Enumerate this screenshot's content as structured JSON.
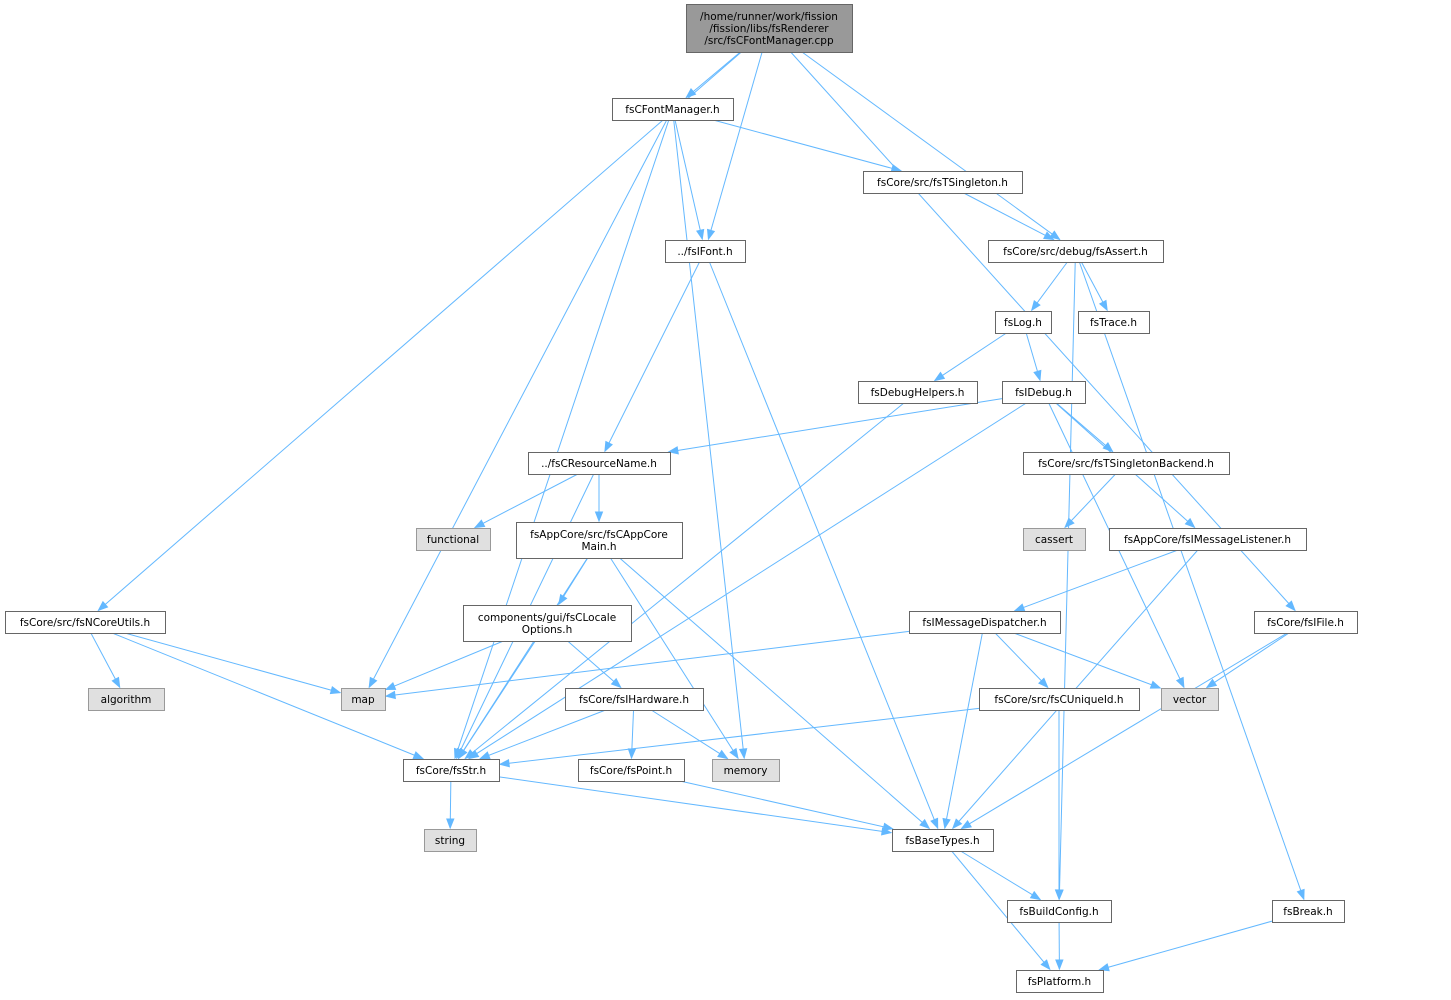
{
  "diagram": {
    "nodes": [
      {
        "id": "root",
        "kind": "root",
        "lines": [
          "/home/runner/work/fission",
          "/fission/libs/fsRenderer",
          "/src/fsCFontManager.cpp"
        ]
      },
      {
        "id": "fsCFontManager_h",
        "kind": "normal",
        "lines": [
          "fsCFontManager.h"
        ]
      },
      {
        "id": "fsTSingleton_h",
        "kind": "normal",
        "lines": [
          "fsCore/src/fsTSingleton.h"
        ]
      },
      {
        "id": "fsIFont_h",
        "kind": "normal",
        "lines": [
          "../fsIFont.h"
        ]
      },
      {
        "id": "fsAssert_h",
        "kind": "normal",
        "lines": [
          "fsCore/src/debug/fsAssert.h"
        ]
      },
      {
        "id": "fsLog_h",
        "kind": "normal",
        "lines": [
          "fsLog.h"
        ]
      },
      {
        "id": "fsTrace_h",
        "kind": "normal",
        "lines": [
          "fsTrace.h"
        ]
      },
      {
        "id": "fsDebugHelpers_h",
        "kind": "normal",
        "lines": [
          "fsDebugHelpers.h"
        ]
      },
      {
        "id": "fsIDebug_h",
        "kind": "normal",
        "lines": [
          "fsIDebug.h"
        ]
      },
      {
        "id": "fsCResourceName_h",
        "kind": "normal",
        "lines": [
          "../fsCResourceName.h"
        ]
      },
      {
        "id": "fsTSingletonBackend_h",
        "kind": "normal",
        "lines": [
          "fsCore/src/fsTSingletonBackend.h"
        ]
      },
      {
        "id": "functional",
        "kind": "external",
        "lines": [
          "functional"
        ]
      },
      {
        "id": "fsCAppCoreMain_h",
        "kind": "normal",
        "lines": [
          "fsAppCore/src/fsCAppCore",
          "Main.h"
        ]
      },
      {
        "id": "cassert",
        "kind": "external",
        "lines": [
          "cassert"
        ]
      },
      {
        "id": "fsIMessageListener_h",
        "kind": "normal",
        "lines": [
          "fsAppCore/fsIMessageListener.h"
        ]
      },
      {
        "id": "fsNCoreUtils_h",
        "kind": "normal",
        "lines": [
          "fsCore/src/fsNCoreUtils.h"
        ]
      },
      {
        "id": "fsCLocaleOptions_h",
        "kind": "normal",
        "lines": [
          "components/gui/fsCLocale",
          "Options.h"
        ]
      },
      {
        "id": "fsIMessageDispatcher_h",
        "kind": "normal",
        "lines": [
          "fsIMessageDispatcher.h"
        ]
      },
      {
        "id": "fsIFile_h",
        "kind": "normal",
        "lines": [
          "fsCore/fsIFile.h"
        ]
      },
      {
        "id": "algorithm",
        "kind": "external",
        "lines": [
          "algorithm"
        ]
      },
      {
        "id": "map",
        "kind": "external",
        "lines": [
          "map"
        ]
      },
      {
        "id": "fsIHardware_h",
        "kind": "normal",
        "lines": [
          "fsCore/fsIHardware.h"
        ]
      },
      {
        "id": "fsCUniqueId_h",
        "kind": "normal",
        "lines": [
          "fsCore/src/fsCUniqueId.h"
        ]
      },
      {
        "id": "vector",
        "kind": "external",
        "lines": [
          "vector"
        ]
      },
      {
        "id": "fsStr_h",
        "kind": "normal",
        "lines": [
          "fsCore/fsStr.h"
        ]
      },
      {
        "id": "fsPoint_h",
        "kind": "normal",
        "lines": [
          "fsCore/fsPoint.h"
        ]
      },
      {
        "id": "memory",
        "kind": "external",
        "lines": [
          "memory"
        ]
      },
      {
        "id": "string",
        "kind": "external",
        "lines": [
          "string"
        ]
      },
      {
        "id": "fsBaseTypes_h",
        "kind": "normal",
        "lines": [
          "fsBaseTypes.h"
        ]
      },
      {
        "id": "fsBuildConfig_h",
        "kind": "normal",
        "lines": [
          "fsBuildConfig.h"
        ]
      },
      {
        "id": "fsBreak_h",
        "kind": "normal",
        "lines": [
          "fsBreak.h"
        ]
      },
      {
        "id": "fsPlatform_h",
        "kind": "normal",
        "lines": [
          "fsPlatform.h"
        ]
      }
    ],
    "edges": [
      [
        "root",
        "fsCFontManager_h"
      ],
      [
        "root",
        "fsIFont_h"
      ],
      [
        "root",
        "fsAssert_h"
      ],
      [
        "root",
        "fsNCoreUtils_h"
      ],
      [
        "root",
        "fsIFile_h"
      ],
      [
        "fsCFontManager_h",
        "fsTSingleton_h"
      ],
      [
        "fsCFontManager_h",
        "fsIFont_h"
      ],
      [
        "fsCFontManager_h",
        "map"
      ],
      [
        "fsCFontManager_h",
        "fsStr_h"
      ],
      [
        "fsCFontManager_h",
        "memory"
      ],
      [
        "fsTSingleton_h",
        "fsAssert_h"
      ],
      [
        "fsIFont_h",
        "fsCResourceName_h"
      ],
      [
        "fsIFont_h",
        "fsBaseTypes_h"
      ],
      [
        "fsAssert_h",
        "fsLog_h"
      ],
      [
        "fsAssert_h",
        "fsTrace_h"
      ],
      [
        "fsAssert_h",
        "fsBuildConfig_h"
      ],
      [
        "fsAssert_h",
        "fsBreak_h"
      ],
      [
        "fsLog_h",
        "fsDebugHelpers_h"
      ],
      [
        "fsLog_h",
        "fsIDebug_h"
      ],
      [
        "fsDebugHelpers_h",
        "fsStr_h"
      ],
      [
        "fsIDebug_h",
        "fsCResourceName_h"
      ],
      [
        "fsIDebug_h",
        "fsTSingletonBackend_h"
      ],
      [
        "fsIDebug_h",
        "fsIMessageListener_h"
      ],
      [
        "fsIDebug_h",
        "fsStr_h"
      ],
      [
        "fsIDebug_h",
        "vector"
      ],
      [
        "fsCResourceName_h",
        "functional"
      ],
      [
        "fsCResourceName_h",
        "fsCAppCoreMain_h"
      ],
      [
        "fsCResourceName_h",
        "fsStr_h"
      ],
      [
        "fsTSingletonBackend_h",
        "cassert"
      ],
      [
        "fsCAppCoreMain_h",
        "fsCLocaleOptions_h"
      ],
      [
        "fsCAppCoreMain_h",
        "fsStr_h"
      ],
      [
        "fsCAppCoreMain_h",
        "memory"
      ],
      [
        "fsCAppCoreMain_h",
        "fsBaseTypes_h"
      ],
      [
        "fsIMessageListener_h",
        "fsIMessageDispatcher_h"
      ],
      [
        "fsIMessageListener_h",
        "fsBaseTypes_h"
      ],
      [
        "fsNCoreUtils_h",
        "algorithm"
      ],
      [
        "fsNCoreUtils_h",
        "map"
      ],
      [
        "fsNCoreUtils_h",
        "fsStr_h"
      ],
      [
        "fsCLocaleOptions_h",
        "map"
      ],
      [
        "fsCLocaleOptions_h",
        "fsIHardware_h"
      ],
      [
        "fsCLocaleOptions_h",
        "fsStr_h"
      ],
      [
        "fsIMessageDispatcher_h",
        "map"
      ],
      [
        "fsIMessageDispatcher_h",
        "fsCUniqueId_h"
      ],
      [
        "fsIMessageDispatcher_h",
        "vector"
      ],
      [
        "fsIMessageDispatcher_h",
        "fsBaseTypes_h"
      ],
      [
        "fsIFile_h",
        "vector"
      ],
      [
        "fsIFile_h",
        "fsBaseTypes_h"
      ],
      [
        "fsIHardware_h",
        "fsStr_h"
      ],
      [
        "fsIHardware_h",
        "fsPoint_h"
      ],
      [
        "fsIHardware_h",
        "memory"
      ],
      [
        "fsCUniqueId_h",
        "fsStr_h"
      ],
      [
        "fsCUniqueId_h",
        "fsBuildConfig_h"
      ],
      [
        "fsStr_h",
        "string"
      ],
      [
        "fsStr_h",
        "fsBaseTypes_h"
      ],
      [
        "fsPoint_h",
        "fsBaseTypes_h"
      ],
      [
        "fsBaseTypes_h",
        "fsBuildConfig_h"
      ],
      [
        "fsBaseTypes_h",
        "fsPlatform_h"
      ],
      [
        "fsBuildConfig_h",
        "fsPlatform_h"
      ],
      [
        "fsBreak_h",
        "fsPlatform_h"
      ]
    ]
  }
}
